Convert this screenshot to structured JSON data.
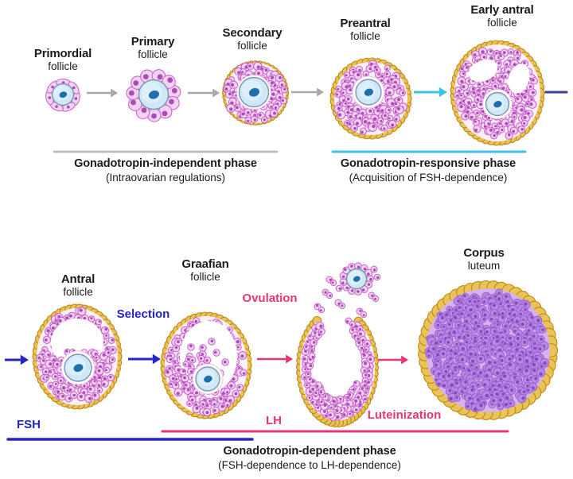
{
  "stages": {
    "primordial": {
      "line1": "Primordial",
      "line2": "follicle"
    },
    "primary": {
      "line1": "Primary",
      "line2": "follicle"
    },
    "secondary": {
      "line1": "Secondary",
      "line2": "follicle"
    },
    "preantral": {
      "line1": "Preantral",
      "line2": "follicle"
    },
    "early_antral": {
      "line1": "Early antral",
      "line2": "follicle"
    },
    "antral": {
      "line1": "Antral",
      "line2": "follicle"
    },
    "graafian": {
      "line1": "Graafian",
      "line2": "follicle"
    },
    "corpus_luteum": {
      "line1": "Corpus",
      "line2": "luteum"
    }
  },
  "phases": {
    "independent": {
      "title": "Gonadotropin-independent phase",
      "subtitle": "(Intraovarian regulations)"
    },
    "responsive": {
      "title": "Gonadotropin-responsive phase",
      "subtitle": "(Acquisition of FSH-dependence)"
    },
    "dependent": {
      "title": "Gonadotropin-dependent phase",
      "subtitle": "(FSH-dependence to LH-dependence)"
    }
  },
  "annotations": {
    "selection": "Selection",
    "ovulation": "Ovulation",
    "luteinization": "Luteinization",
    "fsh": "FSH",
    "lh": "LH"
  },
  "colors": {
    "label_text": "#1b1b1b",
    "blue_accent": "#2424c8",
    "pink_accent": "#e8356f",
    "cyan_accent": "#3fc0e8",
    "gray_arrow": "#a8a8a8",
    "gray_line": "#b5b5b5",
    "indigo_line": "#3d3d9c",
    "granulosa_fill": "#f3d2f1",
    "granulosa_stroke": "#c65fca",
    "granulosa_nucleus": "#aa4cb8",
    "granulosa_bg": "#fbeffa",
    "luteal_fill": "#b88ae4",
    "luteal_stroke": "#9a60cf",
    "luteal_nucleus": "#8a48c0",
    "luteal_bg": "#d6b3ee",
    "theca_fill": "#eac256",
    "theca_stroke": "#bd8a16",
    "oocyte_fill": "#cfe8f8",
    "oocyte_inner": "#ddeffa",
    "oocyte_stroke": "#7c97ab",
    "nucleus_fill": "#1e6fae"
  }
}
